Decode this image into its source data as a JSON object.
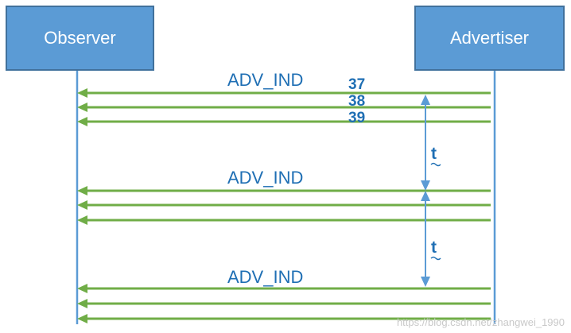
{
  "actors": {
    "observer": "Observer",
    "advertiser": "Advertiser"
  },
  "packet_label": "ADV_IND",
  "channels": [
    "37",
    "38",
    "39"
  ],
  "interval_label": "t",
  "watermark": "https://blog.csdn.net/zhangwei_1990",
  "colors": {
    "box_fill": "#5b9bd5",
    "box_border": "#41719c",
    "lifeline": "#5b9bd5",
    "arrow": "#70ad47",
    "label": "#1f6fb4",
    "interval_arrow": "#5b9bd5"
  }
}
